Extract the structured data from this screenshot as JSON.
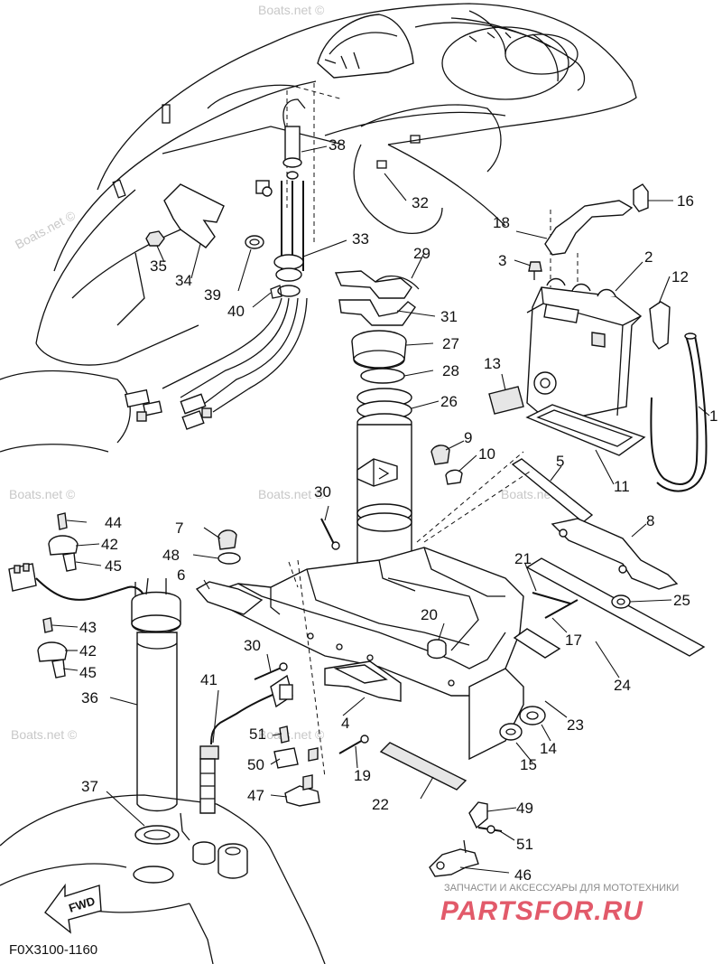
{
  "diagram": {
    "code": "F0X3100-1160",
    "direction_label": "FWD",
    "watermark": "Boats.net ©",
    "logo": {
      "tagline": "ЗАПЧАСТИ И АКСЕССУАРЫ ДЛЯ МОТОТЕХНИКИ",
      "brand": "PARTSFOR.RU"
    },
    "callouts": [
      {
        "id": "c1",
        "label": "1"
      },
      {
        "id": "c2",
        "label": "2"
      },
      {
        "id": "c3",
        "label": "3"
      },
      {
        "id": "c4",
        "label": "4"
      },
      {
        "id": "c5",
        "label": "5"
      },
      {
        "id": "c6",
        "label": "6"
      },
      {
        "id": "c7",
        "label": "7"
      },
      {
        "id": "c8",
        "label": "8"
      },
      {
        "id": "c9",
        "label": "9"
      },
      {
        "id": "c10",
        "label": "10"
      },
      {
        "id": "c11",
        "label": "11"
      },
      {
        "id": "c12",
        "label": "12"
      },
      {
        "id": "c13",
        "label": "13"
      },
      {
        "id": "c14",
        "label": "14"
      },
      {
        "id": "c15",
        "label": "15"
      },
      {
        "id": "c16",
        "label": "16"
      },
      {
        "id": "c17",
        "label": "17"
      },
      {
        "id": "c18",
        "label": "18"
      },
      {
        "id": "c19",
        "label": "19"
      },
      {
        "id": "c20",
        "label": "20"
      },
      {
        "id": "c21",
        "label": "21"
      },
      {
        "id": "c22",
        "label": "22"
      },
      {
        "id": "c23",
        "label": "23"
      },
      {
        "id": "c24",
        "label": "24"
      },
      {
        "id": "c25",
        "label": "25"
      },
      {
        "id": "c26",
        "label": "26"
      },
      {
        "id": "c27",
        "label": "27"
      },
      {
        "id": "c28",
        "label": "28"
      },
      {
        "id": "c29",
        "label": "29"
      },
      {
        "id": "c30a",
        "label": "30"
      },
      {
        "id": "c30b",
        "label": "30"
      },
      {
        "id": "c31",
        "label": "31"
      },
      {
        "id": "c32",
        "label": "32"
      },
      {
        "id": "c33",
        "label": "33"
      },
      {
        "id": "c34",
        "label": "34"
      },
      {
        "id": "c35",
        "label": "35"
      },
      {
        "id": "c36",
        "label": "36"
      },
      {
        "id": "c37",
        "label": "37"
      },
      {
        "id": "c38",
        "label": "38"
      },
      {
        "id": "c39",
        "label": "39"
      },
      {
        "id": "c40",
        "label": "40"
      },
      {
        "id": "c41",
        "label": "41"
      },
      {
        "id": "c42a",
        "label": "42"
      },
      {
        "id": "c42b",
        "label": "42"
      },
      {
        "id": "c43",
        "label": "43"
      },
      {
        "id": "c44",
        "label": "44"
      },
      {
        "id": "c45a",
        "label": "45"
      },
      {
        "id": "c45b",
        "label": "45"
      },
      {
        "id": "c46",
        "label": "46"
      },
      {
        "id": "c47",
        "label": "47"
      },
      {
        "id": "c48",
        "label": "48"
      },
      {
        "id": "c49",
        "label": "49"
      },
      {
        "id": "c50",
        "label": "50"
      },
      {
        "id": "c51a",
        "label": "51"
      },
      {
        "id": "c51b",
        "label": "51"
      }
    ]
  }
}
